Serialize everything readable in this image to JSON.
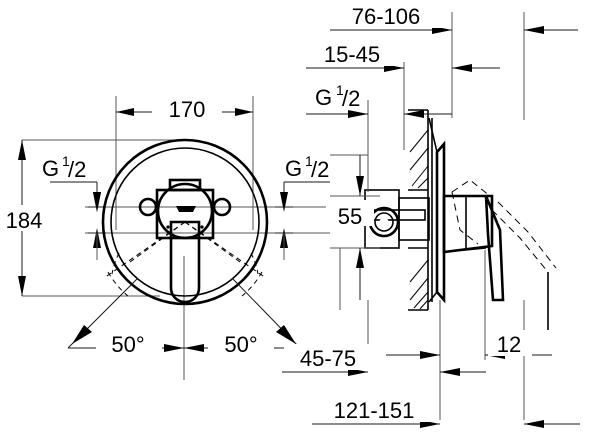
{
  "drawing": {
    "title": "Concealed single-lever mixer installation drawing",
    "units": "mm",
    "views": [
      {
        "name": "front-view",
        "label": ""
      },
      {
        "name": "side-section-view",
        "label": ""
      }
    ],
    "dimensions": {
      "front_width": "170",
      "front_height": "184",
      "inlet_left": "G 1/2",
      "inlet_right": "G 1/2",
      "angle_left": "50°",
      "angle_right": "50°",
      "side_inlet": "G 1/2",
      "side_depth_min_max": "15-45",
      "side_overall_top": "76-106",
      "side_center_height": "55",
      "lever_clearance": "12",
      "side_lower_min_max": "45-75",
      "side_total_min_max": "121-151"
    },
    "labels": {
      "d170": "170",
      "d184": "184",
      "d55": "55",
      "d12": "12",
      "d76_106": "76-106",
      "d15_45": "15-45",
      "d45_75": "45-75",
      "d121_151": "121-151",
      "angle_l": "50°",
      "angle_r": "50°",
      "g_letter": "G",
      "g_num": "1",
      "g_den": "/2"
    },
    "colors": {
      "line": "#000000",
      "thin_line": "#555555",
      "background": "#ffffff"
    }
  }
}
